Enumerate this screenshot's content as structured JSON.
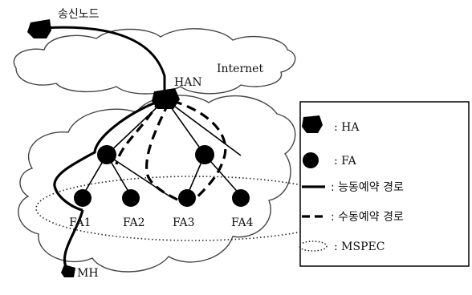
{
  "sender_label": "송신노드",
  "internet_label": "Internet",
  "nodes": {
    "han": "HAN",
    "fa1": "FA1",
    "fa2": "FA2",
    "fa3": "FA3",
    "fa4": "FA4",
    "mh": "MH"
  },
  "legend": {
    "ha": ": HA",
    "fa": ": FA",
    "active": ": 능동예약 경로",
    "passive": ": 수동예약 경로",
    "mspec": ": MSPEC"
  }
}
